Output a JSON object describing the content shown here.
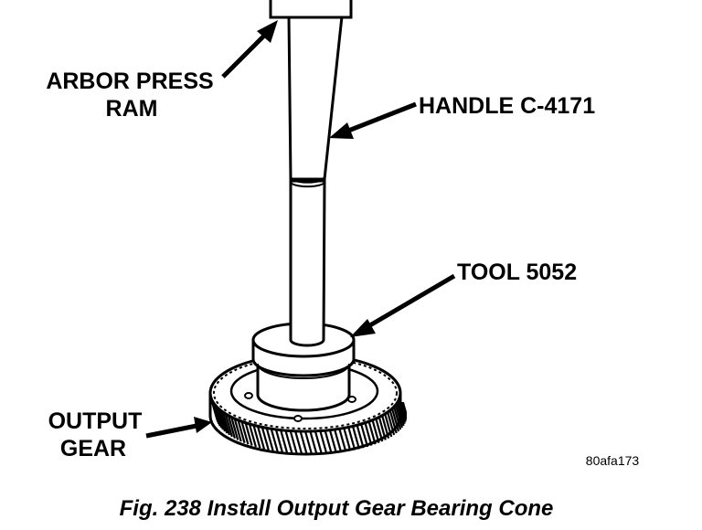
{
  "callouts": {
    "arbor_press_ram_line1": "ARBOR PRESS",
    "arbor_press_ram_line2": "RAM",
    "handle": "HANDLE C-4171",
    "tool": "TOOL 5052",
    "output_gear_line1": "OUTPUT",
    "output_gear_line2": "GEAR"
  },
  "figure_id": "80afa173",
  "caption": "Fig. 238 Install Output Gear Bearing Cone",
  "colors": {
    "ink": "#000000",
    "paper": "#ffffff"
  }
}
